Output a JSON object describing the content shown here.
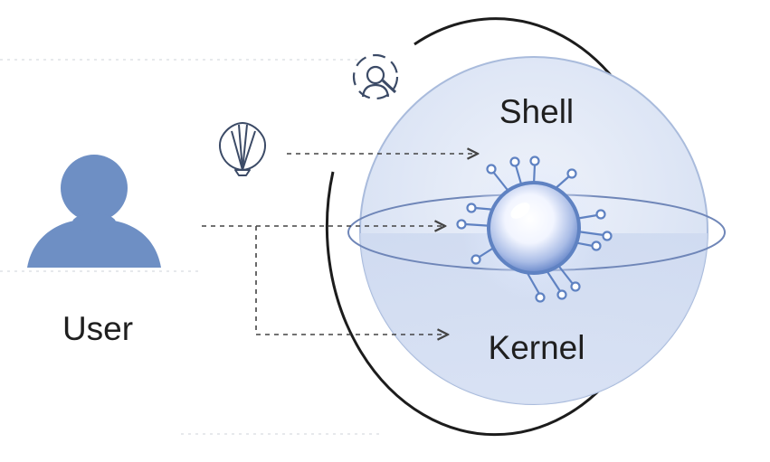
{
  "labels": {
    "user": "User",
    "shell": "Shell",
    "kernel": "Kernel"
  },
  "icons": {
    "user": "user-silhouette-icon",
    "shell_seashell": "seashell-icon",
    "admin": "admin-person-icon",
    "kernel_core": "kernel-core-icon"
  },
  "colors": {
    "user_figure": "#6e8fc4",
    "sphere_fill": "#dfe7f5",
    "sphere_lower": "#c9d6ee",
    "sphere_stroke": "#a9bbdc",
    "core": "#5f82c2",
    "core_glow": "#ffffff",
    "orbit": "#1c1c1c",
    "arrow": "#444444",
    "icon_stroke": "#3b4a66"
  }
}
